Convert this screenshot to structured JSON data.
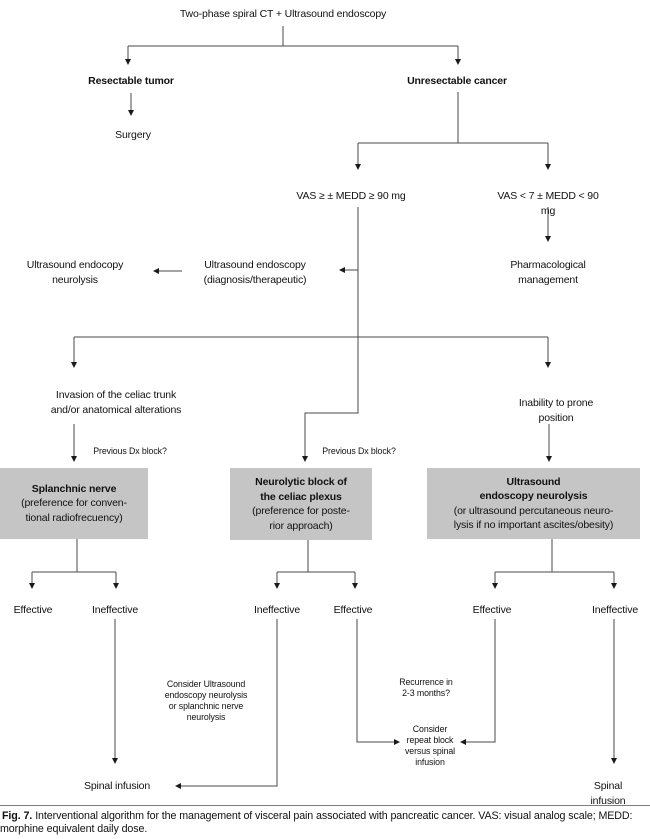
{
  "colors": {
    "box_fill": "#c5c5c5",
    "line": "#4a4a4a",
    "arrowhead": "#1a1a1a",
    "text": "#111111",
    "rule": "#7d7d7d"
  },
  "nodes": {
    "root": "Two-phase spiral CT + Ultrasound endoscopy",
    "resectable": "Resectable tumor",
    "surgery": "Surgery",
    "unresectable": "Unresectable cancer",
    "vas_high": "VAS ≥ ± MEDD ≥ 90 mg",
    "vas_low": "VAS < 7 ± MEDD < 90 mg",
    "us_neurolysis": "Ultrasound endocopy\nneurolysis",
    "us_diagnostic": "Ultrasound endoscopy\n(diagnosis/therapeutic)",
    "pharmacological": "Pharmacological\nmanagement",
    "invasion": "Invasion of the celiac trunk\nand/or anatomical alterations",
    "inability": "Inability to prone position",
    "previous_dx_left": "Previous Dx block?",
    "previous_dx_middle": "Previous Dx block?",
    "box_splanchnic_title": "Splanchnic nerve",
    "box_splanchnic_sub": "(preference for conven-\ntional radiofrecuency)",
    "box_neurolytic_title": "Neurolytic block of\nthe celiac plexus",
    "box_neurolytic_sub": "(preference for poste-\nrior approach)",
    "box_ultrasound_title": "Ultrasound\nendoscopy neurolysis",
    "box_ultrasound_sub": "(or ultrasound percutaneous neuro-\nlysis if no important ascites/obesity)",
    "effective_left": "Effective",
    "ineffective_left": "Ineffective",
    "ineffective_middle": "Ineffective",
    "effective_middle": "Effective",
    "effective_right": "Effective",
    "ineffective_right": "Ineffective",
    "consider_ultrasound": "Consider Ultrasound\nendoscopy neurolysis\nor splanchnic nerve\nneurolysis",
    "recurrence": "Recurrence in\n2-3 months?",
    "consider_repeat": "Consider\nrepeat block\nversus spinal\ninfusion",
    "spinal_left": "Spinal infusion",
    "spinal_right": "Spinal infusion"
  },
  "caption": {
    "label": "Fig. 7.",
    "text": "Interventional algorithm for the management of visceral pain associated with pancreatic cancer. VAS: visual analog scale; MEDD: morphine equivalent daily dose."
  }
}
